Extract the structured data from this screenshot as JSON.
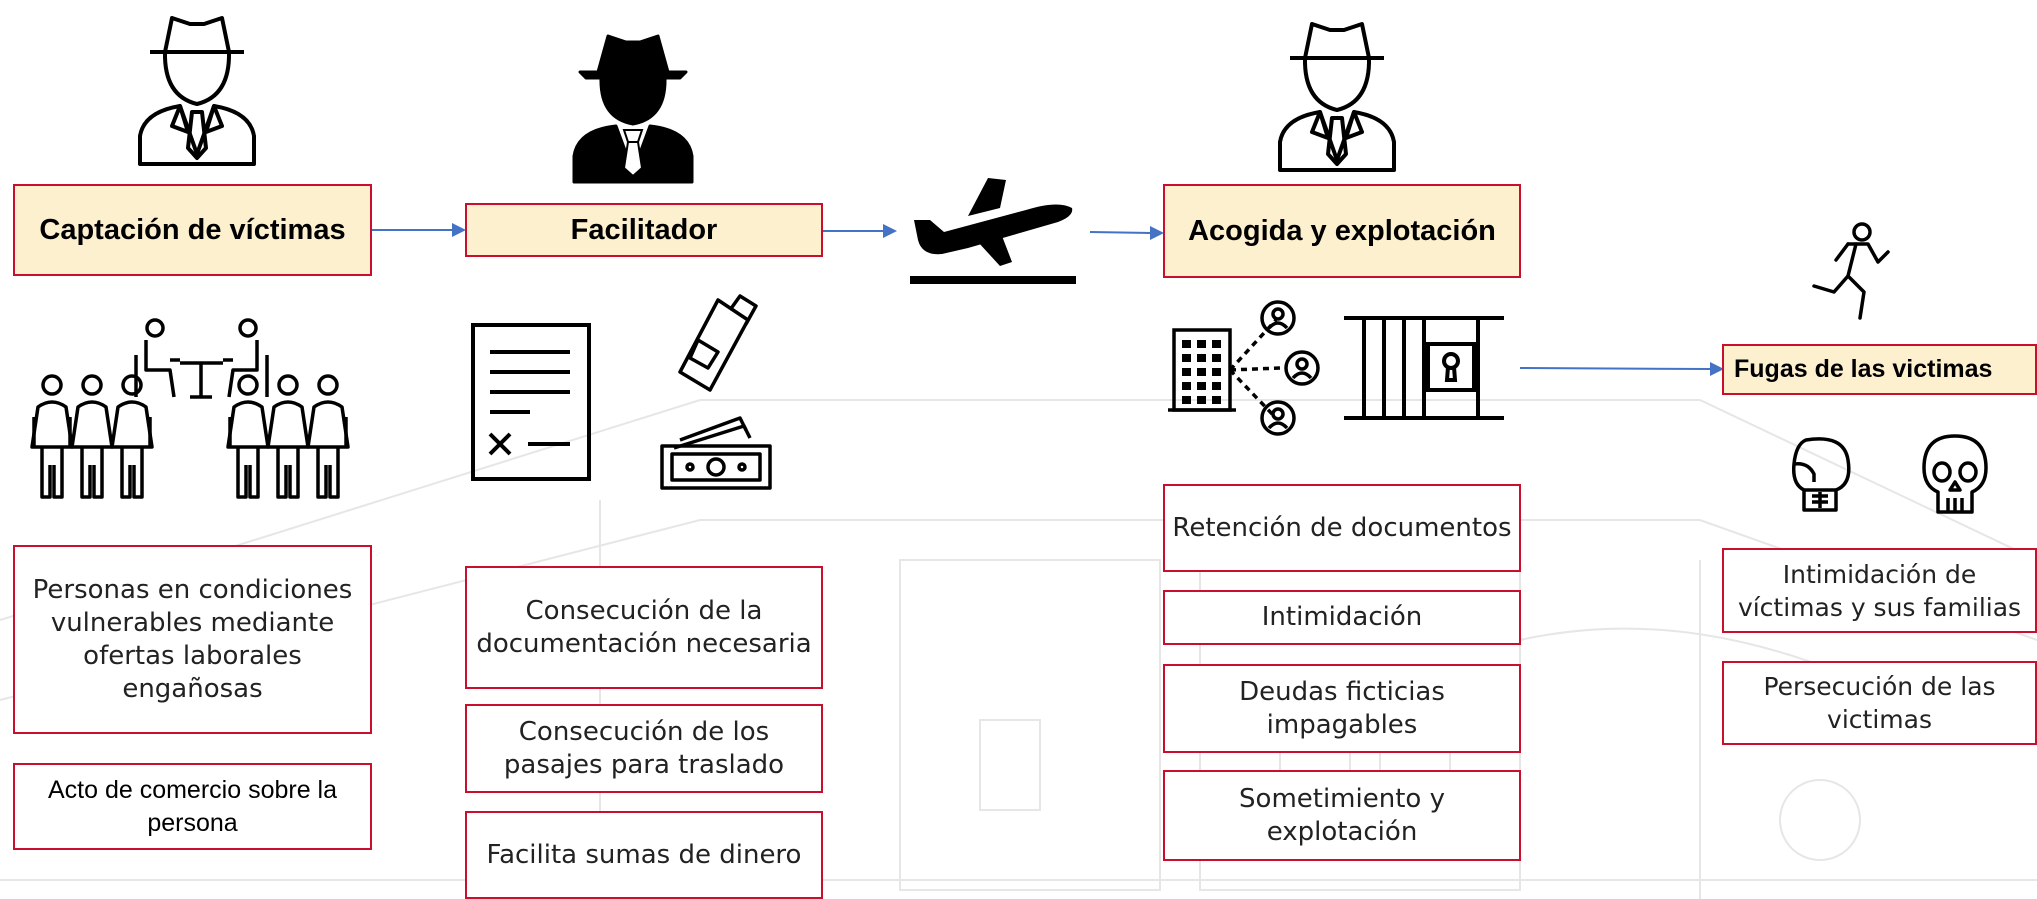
{
  "diagram": {
    "stages": [
      {
        "title": "Captación de víctimas",
        "icons": [
          "agent-outline-icon",
          "meeting-crowd-icon"
        ],
        "items": [
          "Personas en condiciones vulnerables mediante ofertas laborales engañosas",
          "Acto de comercio sobre la persona"
        ]
      },
      {
        "title": "Facilitador",
        "icons": [
          "agent-filled-icon",
          "document-icon",
          "cash-icon"
        ],
        "items": [
          "Consecución de la documentación necesaria",
          "Consecución de los pasajes para traslado",
          "Facilita sumas de dinero"
        ]
      },
      {
        "icons": [
          "airplane-takeoff-icon"
        ]
      },
      {
        "title": "Acogida y explotación",
        "icons": [
          "agent-outline-icon",
          "building-network-icon",
          "jail-icon"
        ],
        "items": [
          "Retención de documentos",
          "Intimidación",
          "Deudas ficticias impagables",
          "Sometimiento y explotación"
        ]
      },
      {
        "title": "Fugas de las victimas",
        "icons": [
          "running-person-icon",
          "boxing-glove-icon",
          "skull-icon"
        ],
        "items": [
          "Intimidación de víctimas y sus familias",
          "Persecución de las victimas"
        ]
      }
    ]
  },
  "colors": {
    "header_fill": "#fdf0cf",
    "border": "#c8102e",
    "arrow": "#4472c4",
    "icon": "#000000"
  }
}
